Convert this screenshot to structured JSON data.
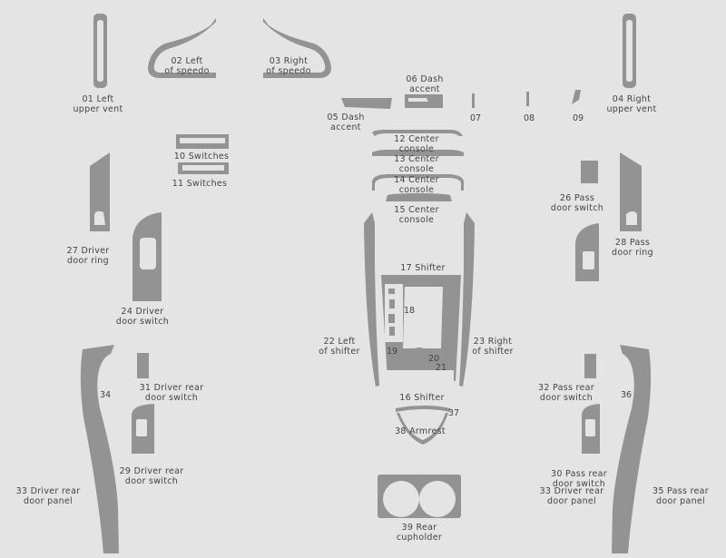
{
  "parts": [
    {
      "id": "01",
      "text": "01 Left\nupper vent"
    },
    {
      "id": "02",
      "text": "02 Left\nof speedo"
    },
    {
      "id": "03",
      "text": "03 Right\nof speedo"
    },
    {
      "id": "04",
      "text": "04 Right\nupper vent"
    },
    {
      "id": "05",
      "text": "05 Dash\naccent"
    },
    {
      "id": "06",
      "text": "06 Dash\naccent"
    },
    {
      "id": "07",
      "text": "07"
    },
    {
      "id": "08",
      "text": "08"
    },
    {
      "id": "09",
      "text": "09"
    },
    {
      "id": "10",
      "text": "10 Switches"
    },
    {
      "id": "11",
      "text": "11 Switches"
    },
    {
      "id": "12",
      "text": "12 Center\nconsole"
    },
    {
      "id": "13",
      "text": "13 Center\nconsole"
    },
    {
      "id": "14",
      "text": "14 Center\nconsole"
    },
    {
      "id": "15",
      "text": "15 Center\nconsole"
    },
    {
      "id": "16",
      "text": "16 Shifter"
    },
    {
      "id": "17",
      "text": "17 Shifter"
    },
    {
      "id": "18",
      "text": "18"
    },
    {
      "id": "19",
      "text": "19"
    },
    {
      "id": "20",
      "text": "20"
    },
    {
      "id": "21",
      "text": "21"
    },
    {
      "id": "22",
      "text": "22 Left\nof shifter"
    },
    {
      "id": "23",
      "text": "23 Right\nof shifter"
    },
    {
      "id": "24",
      "text": "24 Driver\ndoor switch"
    },
    {
      "id": "26",
      "text": "26 Pass\ndoor switch"
    },
    {
      "id": "27",
      "text": "27 Driver\ndoor ring"
    },
    {
      "id": "28",
      "text": "28 Pass\ndoor ring"
    },
    {
      "id": "29",
      "text": "29 Driver rear\ndoor switch"
    },
    {
      "id": "30",
      "text": "30 Pass rear\ndoor switch"
    },
    {
      "id": "31",
      "text": "31 Driver rear\ndoor switch"
    },
    {
      "id": "32",
      "text": "32 Pass rear\ndoor switch"
    },
    {
      "id": "33a",
      "text": "33 Driver rear\ndoor panel"
    },
    {
      "id": "33b",
      "text": "33 Driver rear\ndoor panel"
    },
    {
      "id": "34",
      "text": "34"
    },
    {
      "id": "35",
      "text": "35 Pass rear\ndoor panel"
    },
    {
      "id": "36",
      "text": "36"
    },
    {
      "id": "37",
      "text": "37"
    },
    {
      "id": "38",
      "text": "38 Armrest"
    },
    {
      "id": "39",
      "text": "39 Rear\ncupholder"
    }
  ]
}
